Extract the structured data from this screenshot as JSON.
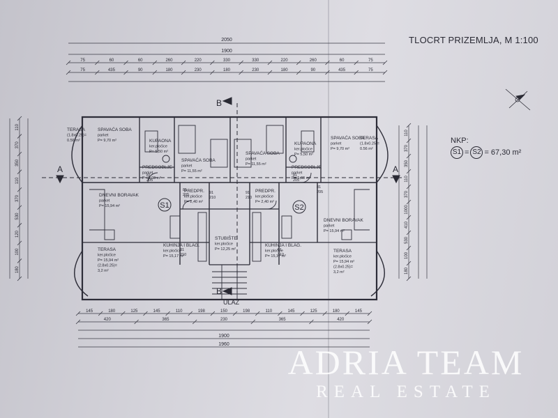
{
  "title": "TLOCRT PRIZEMLJA, M 1:100",
  "nkp": {
    "label": "NKP:",
    "unit_1": "S1",
    "unit_2": "S2",
    "area": "= 67,30 m²"
  },
  "brand": {
    "name": "ADRIA TEAM",
    "subtitle": "REAL ESTATE"
  },
  "dimensions": {
    "top_overall": "2050",
    "top_main": "1900",
    "top_row1": [
      "75",
      "60",
      "60",
      "260",
      "220",
      "330",
      "330",
      "220",
      "260",
      "60",
      "75"
    ],
    "top_row2": [
      "75",
      "435",
      "90",
      "180",
      "230",
      "180",
      "230",
      "180",
      "90",
      "435",
      "75"
    ],
    "bottom_row1": [
      "145",
      "180",
      "125",
      "145",
      "110",
      "198",
      "150",
      "198",
      "110",
      "145",
      "125",
      "180",
      "145"
    ],
    "bottom_row2": [
      "420",
      "365",
      "230",
      "365",
      "420"
    ],
    "bottom_main": "1900",
    "bottom_overall": "1960",
    "left_side": [
      "110",
      "370",
      "350",
      "110",
      "370",
      "530",
      "120",
      "100",
      "180"
    ],
    "right_side": [
      "110",
      "370",
      "350",
      "110",
      "370",
      "1000",
      "410",
      "530",
      "100",
      "180"
    ]
  },
  "rooms": {
    "terasa_nw": [
      "TERASA",
      "(1.8x0.25)=",
      "0.56 m²"
    ],
    "spavaca_1": [
      "SPAVAĆA SOBA",
      "parket",
      "P= 9,70 m²"
    ],
    "kupaona_1": [
      "KUPAONA",
      "ker.pločice",
      "P= 5,50 m²"
    ],
    "spavaca_2": [
      "SPAVAĆA SOBA",
      "parket",
      "P= 11,55 m²"
    ],
    "spavaca_3": [
      "SPAVAĆA SOBA",
      "parket",
      "P= 11,55 m²"
    ],
    "kupaona_2": [
      "KUPAONA",
      "ker.pločice",
      "P= 5,50 m²"
    ],
    "spavaca_4": [
      "SPAVAĆA SOBA",
      "parket",
      "P= 9,70 m²"
    ],
    "terasa_ne": [
      "TERASA",
      "(1.8x0.25)=",
      "0.56 m²"
    ],
    "predsoblje_1": [
      "PREDSOBLJE",
      "parket",
      "P= 5,60 m²"
    ],
    "predsoblje_2": [
      "PREDSOBLJE",
      "parket",
      "P= 5,60 m²"
    ],
    "predpr_1": [
      "PREDPR.",
      "ker.pločice",
      "P= 2,40 m²"
    ],
    "predpr_2": [
      "PREDPR.",
      "ker.pločice",
      "P= 2,40 m²"
    ],
    "dnevni_1": [
      "DNEVNI BORAVAK",
      "parket",
      "P= 15,94 m²"
    ],
    "dnevni_2": [
      "DNEVNI BORAVAK",
      "parket",
      "P= 15,94 m²"
    ],
    "kuhinja_1": [
      "KUHINJA I BLAG.",
      "ker.pločice",
      "P= 15,17 m²"
    ],
    "kuhinja_2": [
      "KUHINJA I BLAG.",
      "ker.pločice",
      "P= 15,17 m²"
    ],
    "stubiste": [
      "STUBIŠTE",
      "ker.pločice",
      "P= 12,25 m²"
    ],
    "terasa_sw": [
      "TERASA",
      "ker.pločice",
      "P= 15,94 m²",
      "(2.8x0.25)=",
      "3,2 m²"
    ],
    "terasa_se": [
      "TERASA",
      "ker.pločice",
      "P= 15,94 m²",
      "(2.8x0.25)=",
      "3,2 m²"
    ]
  },
  "markers": {
    "unit_1": "S1",
    "unit_2": "S2",
    "section_a": "A",
    "section_b": "B",
    "entrance": "ULAZ"
  },
  "door_labels": [
    "81",
    "205",
    "81",
    "205",
    "91",
    "210",
    "91",
    "210",
    "81",
    "205",
    "81",
    "205",
    "81",
    "210",
    "81",
    "210"
  ]
}
